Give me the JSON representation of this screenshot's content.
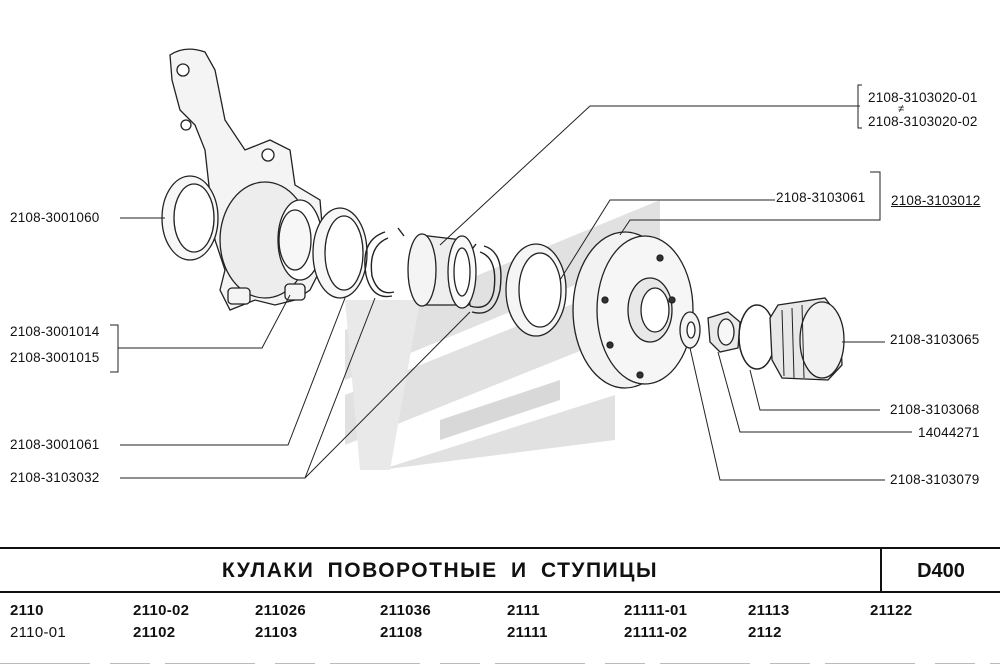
{
  "title": "КУЛАКИ ПОВОРОТНЫЕ И СТУПИЦЫ",
  "code": "D400",
  "labels": {
    "l1": "2108-3103020-01",
    "neq": "≠",
    "l2": "2108-3103020-02",
    "l3": "2108-3103061",
    "l4": "2108-3103012",
    "l5": "2108-3001060",
    "l6": "2108-3103065",
    "l7": "2108-3001014",
    "l8": "2108-3001015",
    "l9": "2108-3103068",
    "l10": "14044271",
    "l11": "2108-3001061",
    "l12": "2108-3103032",
    "l13": "2108-3103079"
  },
  "models": [
    [
      "2110",
      "2110-01"
    ],
    [
      "2110-02",
      "21102"
    ],
    [
      "211026",
      "21103"
    ],
    [
      "211036",
      "21108"
    ],
    [
      "2111",
      "21111"
    ],
    [
      "21111-01",
      "21111-02"
    ],
    [
      "21113",
      "2112"
    ],
    [
      "21122",
      ""
    ]
  ]
}
